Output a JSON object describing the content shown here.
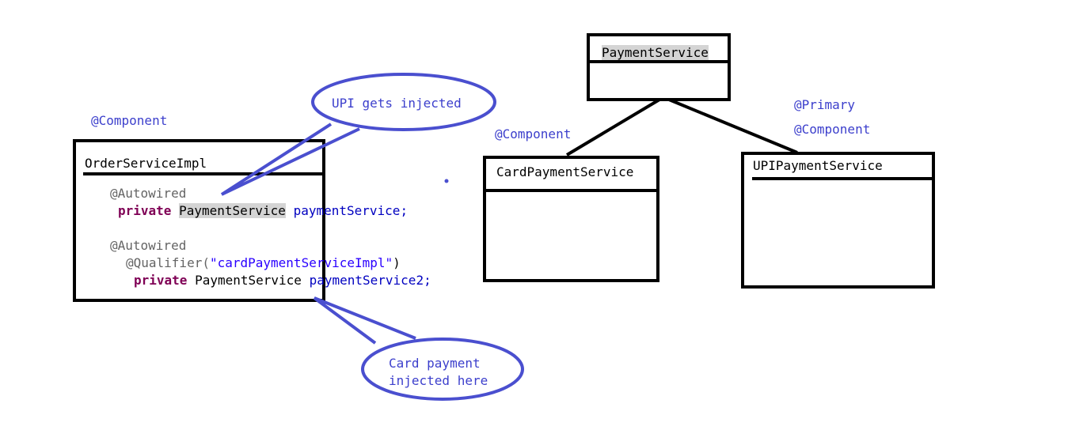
{
  "order_service": {
    "annotation": "@Component",
    "class_name": "OrderServiceImpl",
    "field1": {
      "annotation": "@Autowired",
      "keyword": "private",
      "type": "PaymentService",
      "name": "paymentService;"
    },
    "field2": {
      "annotation": "@Autowired",
      "qualifier_prefix": "@Qualifier(",
      "qualifier_value": "\"cardPaymentServiceImpl\"",
      "qualifier_suffix": ")",
      "keyword": "private",
      "type": "PaymentService",
      "name": "paymentService2;"
    }
  },
  "payment_service": {
    "class_name": "PaymentService"
  },
  "card_payment_service": {
    "annotation": "@Component",
    "class_name": "CardPaymentService"
  },
  "upi_payment_service": {
    "annotation_primary": "@Primary",
    "annotation_component": "@Component",
    "class_name": "UPIPaymentService"
  },
  "callouts": {
    "upi": "UPI gets injected",
    "card_line1": "Card payment",
    "card_line2": "injected here"
  },
  "colors": {
    "annotation_blue": "#3c3fcc",
    "callout_stroke": "#4a4fcf",
    "keyword": "#7f0055",
    "java_annotation": "#646464",
    "field": "#0000c0",
    "string": "#2a00ff"
  }
}
